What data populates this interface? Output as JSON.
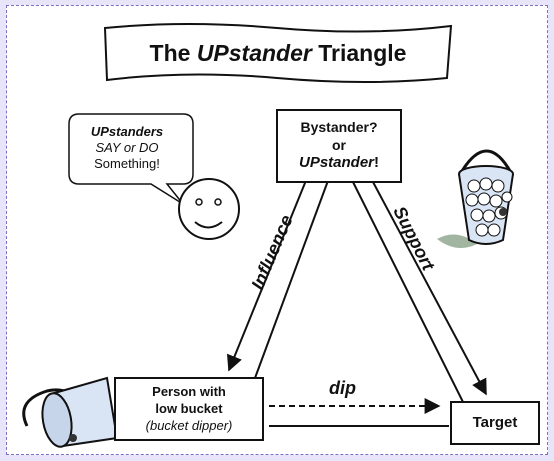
{
  "title": {
    "prefix": "The ",
    "emphasis": "UPstander",
    "suffix": " Triangle"
  },
  "speech_bubble": {
    "line1": "UPstanders",
    "line2": "SAY or DO",
    "line3": "Something!"
  },
  "nodes": {
    "top": {
      "line1": "Bystander?",
      "line2": "or",
      "line3_emphasis": "UPstander",
      "line3_suffix": "!"
    },
    "left": {
      "line1": "Person with",
      "line2": "low bucket",
      "line3": "(bucket dipper)"
    },
    "right": {
      "label": "Target"
    }
  },
  "edges": {
    "influence": "Influence",
    "support": "Support",
    "dip": "dip"
  },
  "icons": [
    "smiley-face-icon",
    "full-bucket-icon",
    "tipped-bucket-icon"
  ],
  "colors": {
    "page_background": "#e8e4fa",
    "frame_border": "#7a6fc0",
    "bucket_fill": "#d9e4f4",
    "ink": "#111111"
  }
}
